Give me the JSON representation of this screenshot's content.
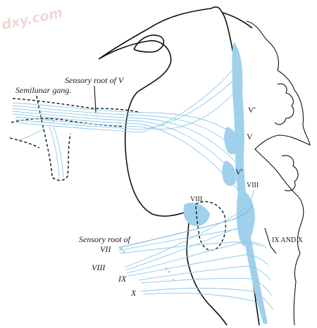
{
  "watermark": "dxy.com",
  "labels": {
    "sensory_root_v": "Sensory root of V",
    "semilunar_gang": "Semilunar gang.",
    "sensory_root_of": "Sensory root of",
    "vii": "VII",
    "viii": "VIII",
    "ix": "IX",
    "x": "X"
  },
  "nuclei": {
    "v_prime_top": "V'",
    "v": "V",
    "v_prime_lower": "V'",
    "viii_top": "VIII",
    "viii_right": "VIII",
    "ix_and_x": "IX AND X"
  },
  "colors": {
    "fiber": "#8ec8e8",
    "outline": "#111111"
  }
}
